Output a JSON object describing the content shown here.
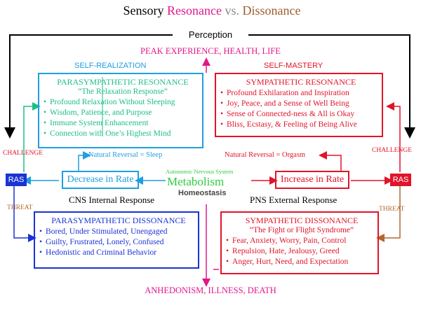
{
  "title": {
    "part1": "Sensory ",
    "part2": "Resonance",
    "part3": " vs. ",
    "part4": "Dissonance"
  },
  "perception": "Perception",
  "peak": "PEAK EXPERIENCE, HEALTH, LIFE",
  "anhedonism": "ANHEDONISM, ILLNESS, DEATH",
  "self_realization": "SELF-REALIZATION",
  "self_mastery": "SELF-MASTERY",
  "para_res": {
    "title": "PARASYMPATHETIC RESONANCE",
    "subtitle": "“The Relaxation Response”",
    "items": [
      "Profound Relaxation Without Sleeping",
      "Wisdom, Patience, and Purpose",
      "Immune System Enhancement",
      "Connection with One’s Highest Mind"
    ]
  },
  "symp_res": {
    "title": "SYMPATHETIC RESONANCE",
    "items": [
      "Profound Exhilaration and Inspiration",
      "Joy, Peace, and a Sense of Well Being",
      "Sense of Connected-ness & All is Okay",
      "Bliss, Ecstasy, & Feeling of Being Alive"
    ]
  },
  "para_dis": {
    "title": "PARASYMPATHETIC DISSONANCE",
    "items": [
      "Bored, Under Stimulated, Unengaged",
      "Guilty, Frustrated, Lonely, Confused",
      "Hedonistic and Criminal Behavior"
    ]
  },
  "symp_dis": {
    "title": "SYMPATHETIC DISSONANCE",
    "subtitle": "“The Fight or Flight Syndrome”",
    "items": [
      "Fear, Anxiety, Worry, Pain, Control",
      "Repulsion, Hate, Jealousy, Greed",
      "Anger, Hurt, Need, and Expectation"
    ]
  },
  "challenge": "CHALLENGE",
  "threat": "THREAT",
  "ras": "RAS",
  "natural_sleep": "Natural Reversal = Sleep",
  "natural_orgasm": "Natural Reversal = Orgasm",
  "decrease": "Decrease in Rate",
  "increase": "Increase in Rate",
  "autonomic": "Autonomic Nervous System",
  "metabolism": "Metabolism",
  "homeostasis": "Homeostasis",
  "cns": "CNS Internal Response",
  "pns": "PNS External Response",
  "colors": {
    "blue": "#1a33d6",
    "cyan": "#1f9ee0",
    "teal": "#1cbf86",
    "red": "#e0142a",
    "magenta": "#e0188a",
    "green": "#2ecc40",
    "brown": "#b0682c",
    "darkbrown": "#a05a2c"
  }
}
